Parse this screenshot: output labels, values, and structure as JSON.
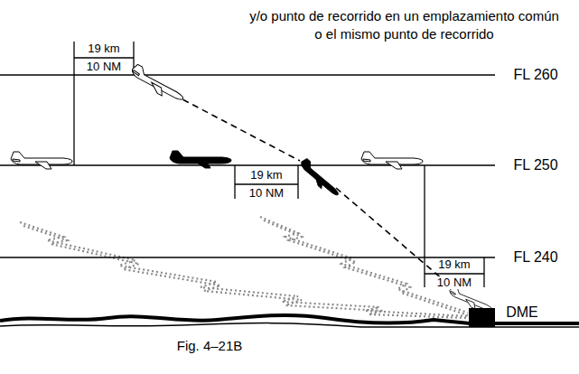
{
  "diagram": {
    "caption": "Fig. 4–21B",
    "labels": [
      "y/o punto de recorrido en un emplazamiento común o el mismo punto de recorrido",
      "19 km",
      "10 NM",
      "FL 260",
      "19 km",
      "10 NM",
      "FL 250",
      "19 km",
      "10 NM",
      "FL 240",
      "DME"
    ]
  }
}
